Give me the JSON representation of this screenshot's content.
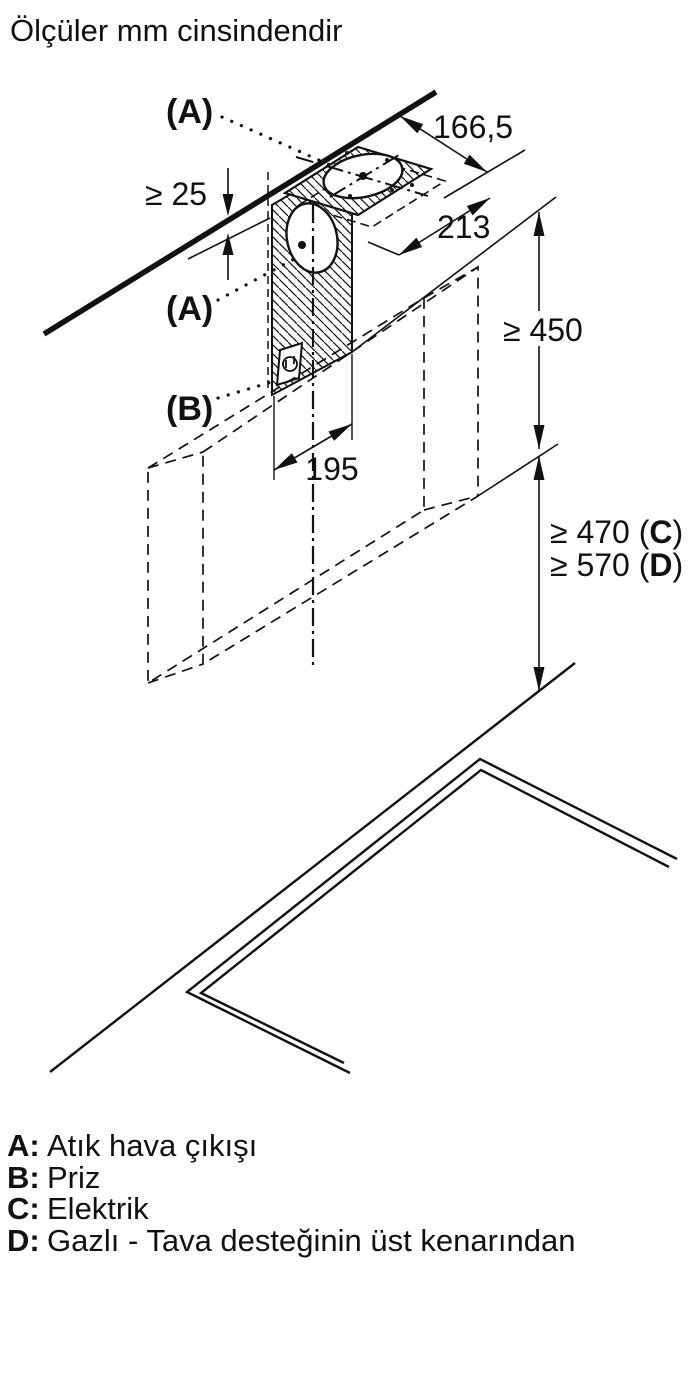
{
  "title": "Ölçüler mm cinsindendir",
  "callouts": {
    "a_top": "(A)",
    "a_wall": "(A)",
    "b_socket": "(B)"
  },
  "dimensions": {
    "ceiling_clearance": "≥ 25",
    "duct_offset": "166,5",
    "top_depth": "213",
    "duct_width": "195",
    "wall_min_height": "≥ 450",
    "electric": {
      "prefix": "≥ 470 (",
      "letter": "C",
      "suffix": ")"
    },
    "gas": {
      "prefix": "≥ 570 (",
      "letter": "D",
      "suffix": ")"
    }
  },
  "legend": {
    "items": [
      {
        "key": "A:",
        "label": "Atık hava çıkışı"
      },
      {
        "key": "B:",
        "label": "Priz"
      },
      {
        "key": "C:",
        "label": "Elektrik"
      },
      {
        "key": "D:",
        "label": "Gazlı - Tava desteğinin üst kenarından"
      }
    ]
  },
  "colors": {
    "ink": "#111111",
    "background": "#ffffff"
  }
}
